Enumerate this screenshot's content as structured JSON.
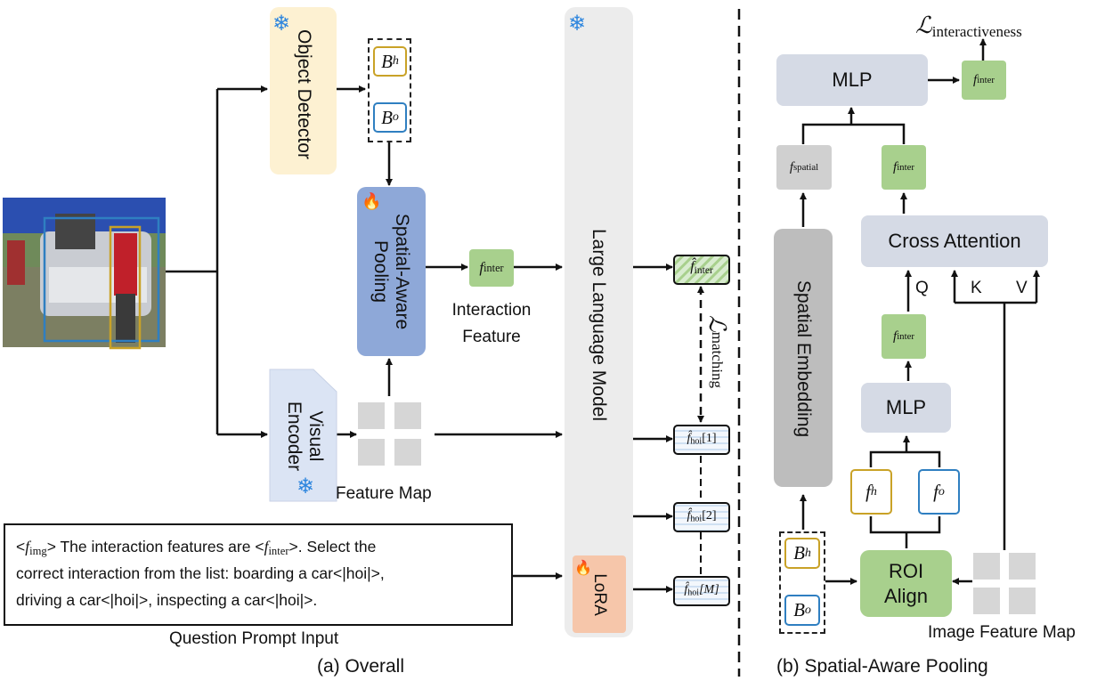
{
  "overall": {
    "caption": "(a) Overall",
    "object_detector": "Object Detector",
    "spatial_pooling": "Spatial-Aware Pooling",
    "visual_encoder": "Visual Encoder",
    "feature_map": "Feature Map",
    "interaction_feature": "Interaction Feature",
    "llm": "Large Language Model",
    "lora": "LoRA",
    "loss_matching": "matching",
    "prompt_caption": "Question Prompt Input",
    "prompt_text_1": "> The interaction features are <",
    "prompt_text_1b": ">. Select the",
    "prompt_text_2": "correct interaction from the list: boarding a car<|hoi|>,",
    "prompt_text_3": "driving a car<|hoi|>, inspecting a car<|hoi|>.",
    "f_inter_sub": "inter",
    "f_img_sub": "img",
    "f_hoi_sub": "hoi",
    "hoi_indices": [
      "[1]",
      "[2]",
      "[M]"
    ],
    "bh_sub": "h",
    "bo_sub": "o"
  },
  "pooling": {
    "caption": "(b) Spatial-Aware Pooling",
    "loss_interactiveness": "interactiveness",
    "mlp_top": "MLP",
    "mlp_mid": "MLP",
    "cross_attention": "Cross Attention",
    "spatial_embedding": "Spatial Embedding",
    "roi_align_1": "ROI",
    "roi_align_2": "Align",
    "image_feature_map": "Image Feature Map",
    "f_spatial_sub": "spatial",
    "q": "Q",
    "k": "K",
    "v": "V"
  },
  "colors": {
    "detector": "#fdf1d2",
    "pooling": "#8ea8d8",
    "encoder": "#dbe4f4",
    "llm": "#ececec",
    "lora": "#f6c6aa",
    "green": "#a8d08d",
    "gray_box": "#d5dae5",
    "bh_border": "#c9a227",
    "bo_border": "#2f7fc1",
    "snow": "#2e86de",
    "fire": "#d9431e"
  }
}
